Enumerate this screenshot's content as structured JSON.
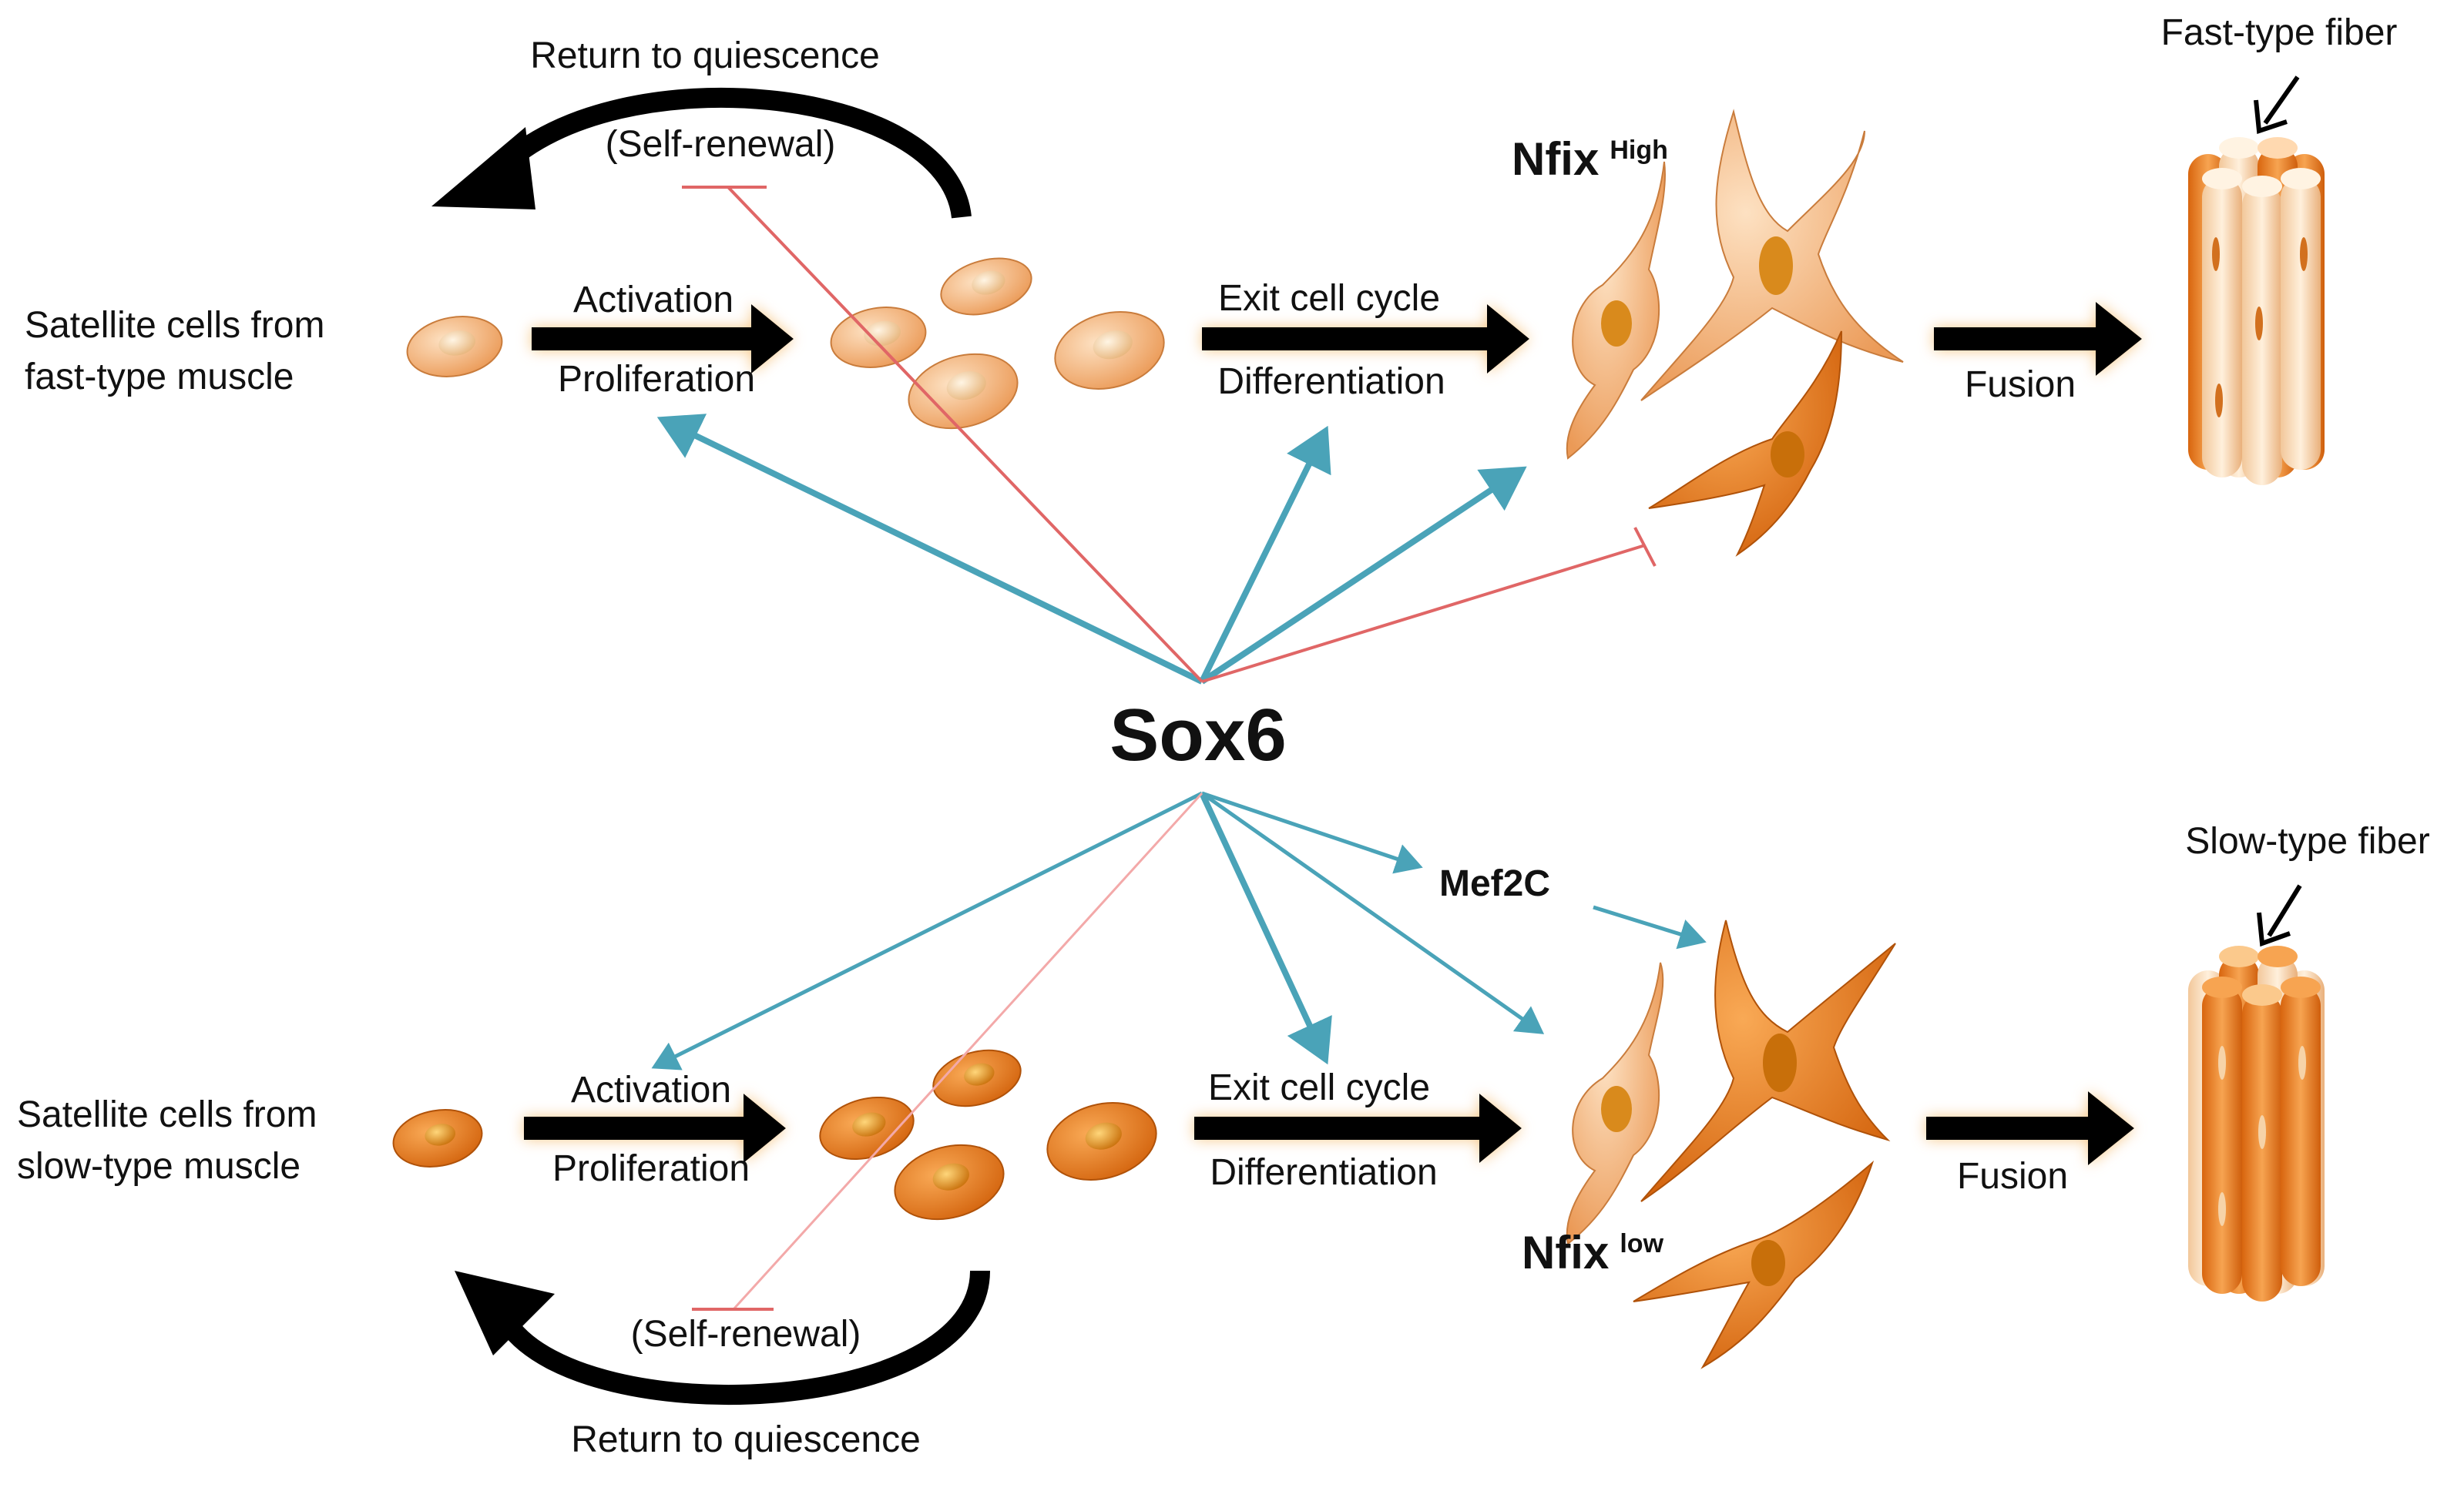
{
  "center": {
    "label": "Sox6"
  },
  "fast": {
    "source_label": [
      "Satellite cells from",
      "fast-type muscle"
    ],
    "activation": "Activation",
    "proliferation": "Proliferation",
    "self_renewal": "(Self-renewal)",
    "return": "Return to quiescence",
    "exit": "Exit cell cycle",
    "differentiation": "Differentiation",
    "nfix": "Nfix",
    "nfix_level": "High",
    "fusion": "Fusion",
    "fiber": "Fast-type fiber"
  },
  "slow": {
    "source_label": [
      "Satellite cells from",
      "slow-type muscle"
    ],
    "activation": "Activation",
    "proliferation": "Proliferation",
    "self_renewal": "(Self-renewal)",
    "return": "Return to quiescence",
    "exit": "Exit cell cycle",
    "differentiation": "Differentiation",
    "nfix": "Nfix",
    "nfix_level": "low",
    "mef2c": "Mef2C",
    "fusion": "Fusion",
    "fiber": "Slow-type fiber"
  },
  "colors": {
    "activate": "#4aa3b8",
    "inhibit": "#e06666",
    "cell_fast": "#f6b780",
    "cell_slow": "#ee8a2c",
    "nucleus": "#d98a1c",
    "process_arrow": "#000000",
    "glow": "#f7c98c"
  }
}
